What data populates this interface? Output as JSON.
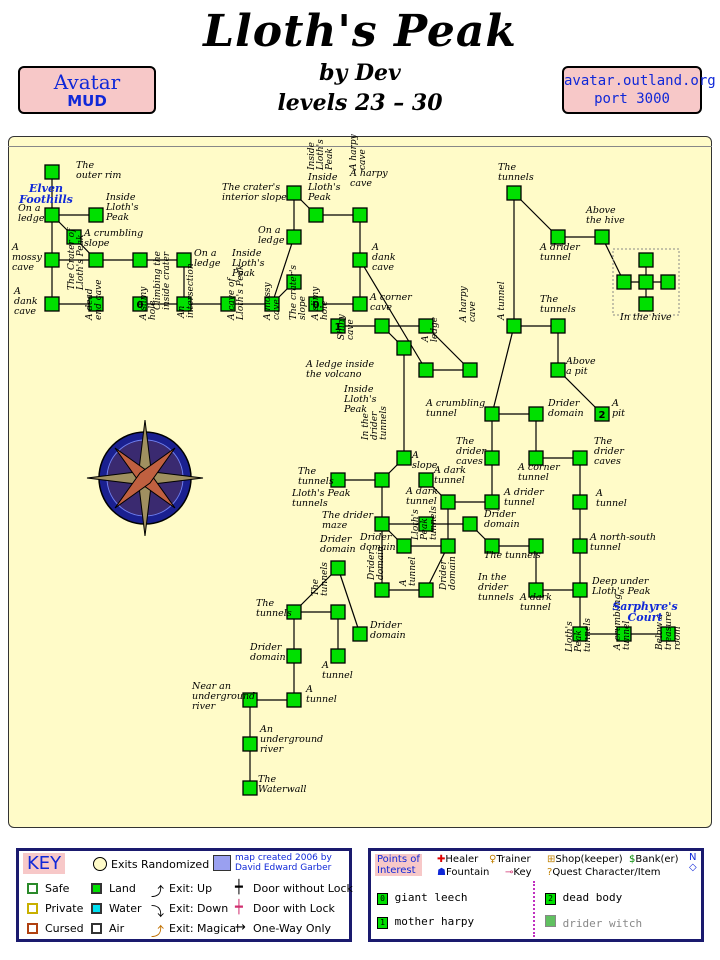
{
  "header": {
    "title": "Lloth's Peak",
    "author": "by Dev",
    "levels": "levels 23 – 30",
    "left_banner_line1": "Avatar",
    "left_banner_line2": "MUD",
    "right_banner_line1": "avatar.outland.org",
    "right_banner_line2": "port 3000"
  },
  "colors": {
    "room_land": "#00e000",
    "parchment": "#fffbc8",
    "banner": "#f7c8c8",
    "key_border": "#1a1a6e",
    "zone_label": "#1028d8"
  },
  "map": {
    "zone_labels": [
      {
        "id": "elven",
        "text": "Elven\nFoothills"
      },
      {
        "id": "sarphyre",
        "text": "Sarphyre's\nCourt"
      }
    ],
    "rooms": [
      {
        "id": "r1"
      },
      {
        "id": "r2"
      },
      {
        "id": "r3"
      },
      {
        "id": "r4"
      },
      {
        "id": "r5"
      },
      {
        "id": "r6"
      },
      {
        "id": "r7"
      },
      {
        "id": "r8"
      },
      {
        "id": "r9",
        "badge": "0"
      },
      {
        "id": "r10"
      },
      {
        "id": "r11"
      },
      {
        "id": "r12"
      },
      {
        "id": "r13"
      },
      {
        "id": "r14"
      },
      {
        "id": "r15"
      },
      {
        "id": "r16"
      },
      {
        "id": "r17"
      },
      {
        "id": "r18"
      },
      {
        "id": "r19"
      },
      {
        "id": "r20",
        "badge": "0"
      },
      {
        "id": "r21"
      },
      {
        "id": "r22",
        "badge": "1"
      },
      {
        "id": "r23"
      },
      {
        "id": "r24"
      },
      {
        "id": "r25"
      },
      {
        "id": "r26"
      },
      {
        "id": "r27"
      },
      {
        "id": "r28"
      },
      {
        "id": "r29"
      },
      {
        "id": "r30"
      },
      {
        "id": "r31"
      },
      {
        "id": "r32"
      },
      {
        "id": "r33"
      },
      {
        "id": "r34"
      },
      {
        "id": "r35"
      },
      {
        "id": "r36"
      },
      {
        "id": "r37"
      },
      {
        "id": "r38"
      },
      {
        "id": "r39",
        "badge": "2"
      },
      {
        "id": "r40"
      },
      {
        "id": "r41"
      },
      {
        "id": "r42"
      },
      {
        "id": "r43"
      },
      {
        "id": "r44"
      },
      {
        "id": "r45"
      },
      {
        "id": "r46"
      },
      {
        "id": "r47"
      },
      {
        "id": "r48"
      },
      {
        "id": "r49"
      },
      {
        "id": "r50"
      },
      {
        "id": "r51"
      },
      {
        "id": "r52"
      },
      {
        "id": "r53"
      },
      {
        "id": "r54"
      },
      {
        "id": "r55"
      },
      {
        "id": "r56"
      },
      {
        "id": "r57"
      },
      {
        "id": "r58"
      },
      {
        "id": "r59"
      },
      {
        "id": "r60"
      },
      {
        "id": "r61"
      },
      {
        "id": "r62"
      },
      {
        "id": "r63"
      },
      {
        "id": "r64"
      },
      {
        "id": "r65"
      },
      {
        "id": "r66"
      },
      {
        "id": "r67"
      },
      {
        "id": "r68"
      },
      {
        "id": "r69"
      },
      {
        "id": "r70"
      },
      {
        "id": "r71"
      },
      {
        "id": "r72"
      },
      {
        "id": "r73"
      },
      {
        "id": "r74"
      },
      {
        "id": "r75"
      },
      {
        "id": "r76"
      },
      {
        "id": "r77"
      }
    ],
    "labels": [
      {
        "id": "l1",
        "text": "The\nouter rim"
      },
      {
        "id": "l2",
        "text": "Inside\nLloth's\nPeak"
      },
      {
        "id": "l3",
        "text": "On a\nledge"
      },
      {
        "id": "l4",
        "text": "A crumbling\nslope"
      },
      {
        "id": "l5",
        "text": "A\nmossy\ncave"
      },
      {
        "id": "l6",
        "text": "A\ndank\ncave"
      },
      {
        "id": "l7",
        "text": "On a\nledge"
      },
      {
        "id": "l8",
        "text": "The crater's\ninterior slope"
      },
      {
        "id": "l9",
        "text": "Inside\nLloth's\nPeak"
      },
      {
        "id": "l10",
        "text": "A harpy\ncave"
      },
      {
        "id": "l11",
        "text": "On a\nledge"
      },
      {
        "id": "l12",
        "text": "Inside\nLloth's\nPeak"
      },
      {
        "id": "l13",
        "text": "A\ndank\ncave"
      },
      {
        "id": "l14",
        "text": "A corner\ncave"
      },
      {
        "id": "l15",
        "text": "The\ntunnels"
      },
      {
        "id": "l16",
        "text": "Above\nthe hive"
      },
      {
        "id": "l17",
        "text": "A drider\ntunnel"
      },
      {
        "id": "l18",
        "text": "The\ntunnels"
      },
      {
        "id": "l19",
        "text": "In the hive"
      },
      {
        "id": "l20",
        "text": "Above\na pit"
      },
      {
        "id": "l21",
        "text": "A\npit"
      },
      {
        "id": "l22",
        "text": "A ledge inside\nthe volcano"
      },
      {
        "id": "l23",
        "text": "Inside\nLloth's\nPeak"
      },
      {
        "id": "l24",
        "text": "A crumbling\ntunnel"
      },
      {
        "id": "l25",
        "text": "Drider\ndomain"
      },
      {
        "id": "l26",
        "text": "The\ndrider\ncaves"
      },
      {
        "id": "l27",
        "text": "The\ndrider\ncaves"
      },
      {
        "id": "l28",
        "text": "A corner\ntunnel"
      },
      {
        "id": "l29",
        "text": "A\nslope"
      },
      {
        "id": "l30",
        "text": "A dark\ntunnel"
      },
      {
        "id": "l31",
        "text": "The\ntunnels"
      },
      {
        "id": "l32",
        "text": "Lloth's Peak\ntunnels"
      },
      {
        "id": "l33",
        "text": "A dark\ntunnel"
      },
      {
        "id": "l34",
        "text": "A drider\ntunnel"
      },
      {
        "id": "l35",
        "text": "A\ntunnel"
      },
      {
        "id": "l36",
        "text": "The drider\nmaze"
      },
      {
        "id": "l37",
        "text": "Drider\ndomain"
      },
      {
        "id": "l38",
        "text": "Drider\ndomain"
      },
      {
        "id": "l39",
        "text": "Drider\ndomain"
      },
      {
        "id": "l40",
        "text": "The tunnels"
      },
      {
        "id": "l41",
        "text": "A north-south\ntunnel"
      },
      {
        "id": "l42",
        "text": "In the\ndrider\ntunnels"
      },
      {
        "id": "l43",
        "text": "Deep under\nLloth's Peak"
      },
      {
        "id": "l44",
        "text": "A dark\ntunnel"
      },
      {
        "id": "l45",
        "text": "The\ntunnels"
      },
      {
        "id": "l46",
        "text": "Drider\ndomain"
      },
      {
        "id": "l47",
        "text": "Drider\ndomain"
      },
      {
        "id": "l48",
        "text": "A\ntunnel"
      },
      {
        "id": "l49",
        "text": "Near an\nunderground\nriver"
      },
      {
        "id": "l50",
        "text": "A\ntunnel"
      },
      {
        "id": "l51",
        "text": "An\nunderground\nriver"
      },
      {
        "id": "l52",
        "text": "The\nWaterwall"
      }
    ],
    "vertical_labels": [
      {
        "id": "v1",
        "text": "The Crater of\nLloth's Peak"
      },
      {
        "id": "v2",
        "text": "A dead\nend cave"
      },
      {
        "id": "v3",
        "text": "A slimy\nhole"
      },
      {
        "id": "v4",
        "text": "Climbing the\ninside crater"
      },
      {
        "id": "v5",
        "text": "An\nintersection"
      },
      {
        "id": "v6",
        "text": "A cave of\nLloth's Peak"
      },
      {
        "id": "v7",
        "text": "A mossy\ncave"
      },
      {
        "id": "v8",
        "text": "The crater's\nslope"
      },
      {
        "id": "v9",
        "text": "A slimy\nhole"
      },
      {
        "id": "v10",
        "text": "Inside\nLloth's\nPeak"
      },
      {
        "id": "v11",
        "text": "A harpy\ncave"
      },
      {
        "id": "v12",
        "text": "Shiny\ncave"
      },
      {
        "id": "v13",
        "text": "A\nledge"
      },
      {
        "id": "v14",
        "text": "A harpy\ncave"
      },
      {
        "id": "v15",
        "text": "A tunnel"
      },
      {
        "id": "v16",
        "text": "In the\ndrider\ntunnels"
      },
      {
        "id": "v17",
        "text": "Lloth's\nPeak\ntunnels"
      },
      {
        "id": "v18",
        "text": "Drider\ndomain"
      },
      {
        "id": "v19",
        "text": "A\ntunnel"
      },
      {
        "id": "v20",
        "text": "Drider\ndomain"
      },
      {
        "id": "v21",
        "text": "The\ntunnels"
      },
      {
        "id": "v22",
        "text": "Lloth's\nPeak\ntunnels"
      },
      {
        "id": "v23",
        "text": "A crumbling\ntunnel"
      },
      {
        "id": "v24",
        "text": "Below a\ntreasure\nroom"
      }
    ]
  },
  "key": {
    "title": "KEY",
    "exits_randomized": "Exits Randomized",
    "credit_line1": "map created 2006 by",
    "credit_line2": "David Edward Garber",
    "safe": "Safe",
    "private": "Private",
    "cursed": "Cursed",
    "land": "Land",
    "water": "Water",
    "air": "Air",
    "exit_up": "Exit: Up",
    "exit_down": "Exit: Down",
    "exit_magical": "Exit: Magical",
    "door_without_lock": "Door without Lock",
    "door_with_lock": "Door with Lock",
    "one_way_only": "One-Way Only"
  },
  "poi": {
    "title_line1": "Points of",
    "title_line2": "Interest",
    "healer": "Healer",
    "trainer": "Trainer",
    "shop": "Shop(keeper)",
    "bank": "Bank(er)",
    "fountain": "Fountain",
    "key": "Key",
    "quest": "Quest Character/Item",
    "items": [
      {
        "badge": "0",
        "text": "giant leech"
      },
      {
        "badge": "1",
        "text": "mother harpy"
      },
      {
        "badge": "2",
        "text": "dead body"
      },
      {
        "badge": "",
        "text": "drider witch"
      }
    ]
  }
}
